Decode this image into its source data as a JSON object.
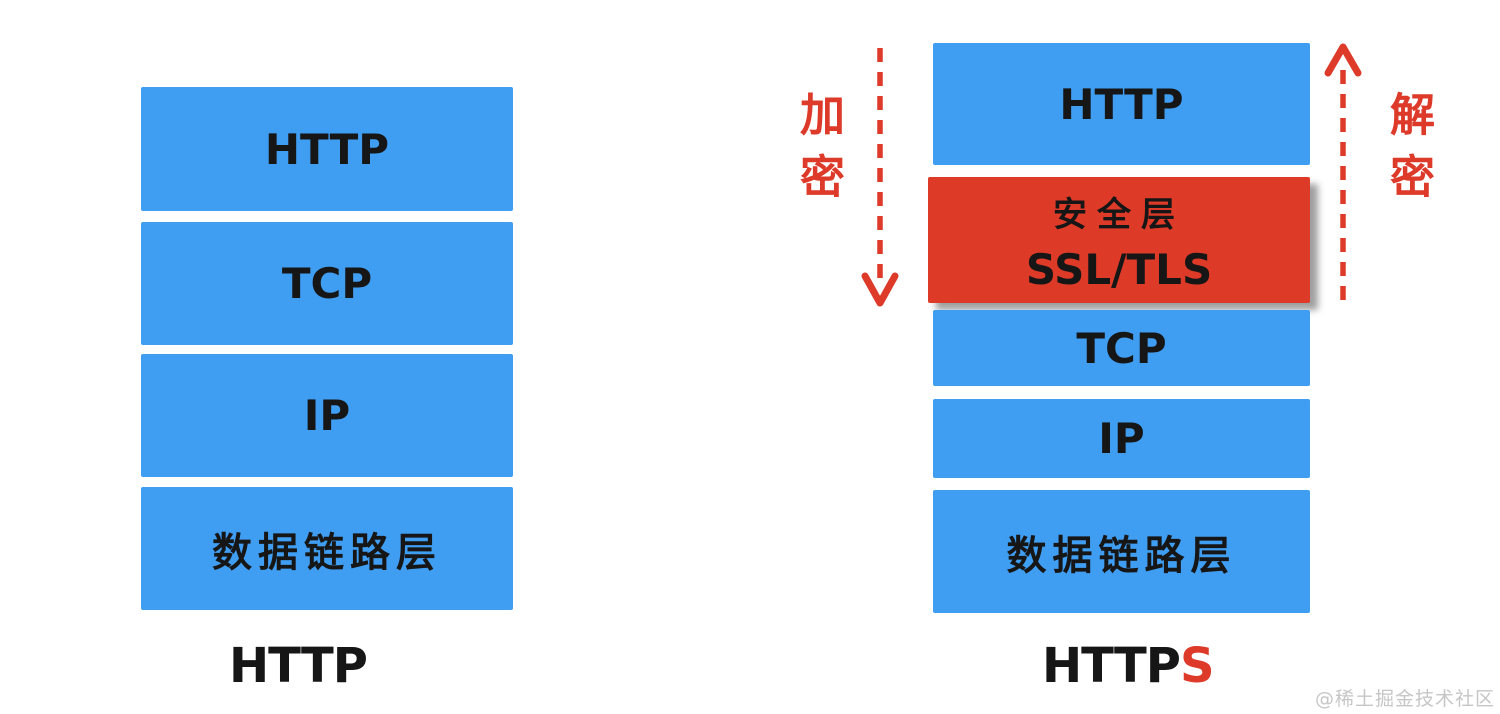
{
  "colors": {
    "background": "#ffffff",
    "layer_blue": "#3f9df2",
    "layer_red": "#de3a28",
    "annotation_red": "#dd3a2a",
    "text_black": "#161616",
    "watermark_gray": "#c6c6c6"
  },
  "left_stack": {
    "title": "HTTP",
    "layers": [
      {
        "name": "HTTP"
      },
      {
        "name": "TCP"
      },
      {
        "name": "IP"
      },
      {
        "name": "数据链路层"
      }
    ]
  },
  "right_stack": {
    "title_black": "HTTP",
    "title_red": "S",
    "layers": [
      {
        "name": "HTTP"
      },
      {
        "name_line1": "安全层",
        "name_line2": "SSL/TLS"
      },
      {
        "name": "TCP"
      },
      {
        "name": "IP"
      },
      {
        "name": "数据链路层"
      }
    ]
  },
  "annotations": {
    "encrypt_label": "加密",
    "decrypt_label": "解密"
  },
  "watermark": "@稀土掘金技术社区"
}
